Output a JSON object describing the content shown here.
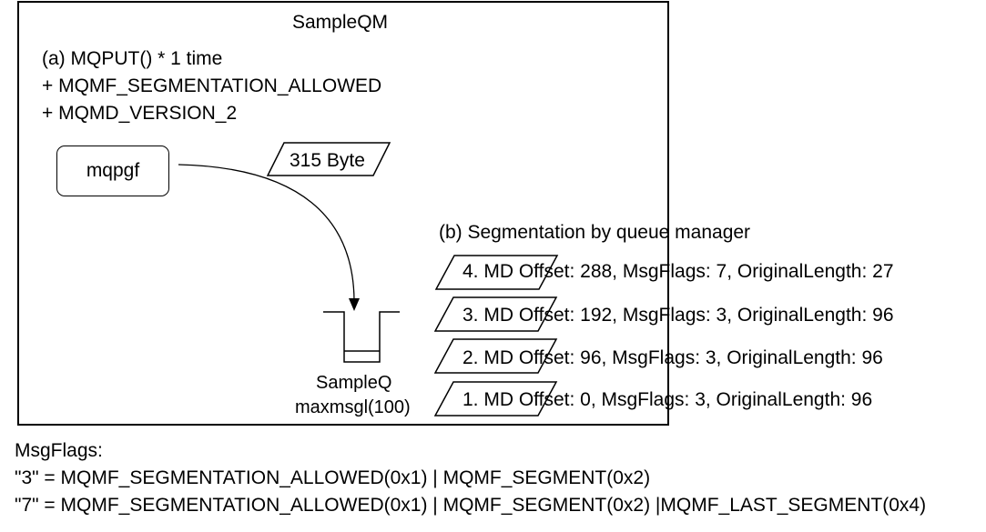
{
  "queue_manager": {
    "title": "SampleQM"
  },
  "put_operation": {
    "lines": [
      "(a) MQPUT() * 1 time",
      "+ MQMF_SEGMENTATION_ALLOWED",
      "+ MQMD_VERSION_2"
    ]
  },
  "application": {
    "name": "mqpgf"
  },
  "message": {
    "size_label": "315 Byte"
  },
  "queue": {
    "name": "SampleQ",
    "attribute": "maxmsgl(100)"
  },
  "segmentation": {
    "title": "(b) Segmentation by queue manager",
    "segments": [
      "4. MD Offset: 288, MsgFlags: 7, OriginalLength: 27",
      "3. MD Offset: 192, MsgFlags: 3, OriginalLength: 96",
      "2. MD Offset: 96, MsgFlags: 3, OriginalLength: 96",
      "1. MD Offset: 0, MsgFlags: 3, OriginalLength: 96"
    ]
  },
  "legend": {
    "title": "MsgFlags:",
    "lines": [
      "\"3\" = MQMF_SEGMENTATION_ALLOWED(0x1) | MQMF_SEGMENT(0x2)",
      "\"7\" = MQMF_SEGMENTATION_ALLOWED(0x1) | MQMF_SEGMENT(0x2) |MQMF_LAST_SEGMENT(0x4)"
    ]
  }
}
